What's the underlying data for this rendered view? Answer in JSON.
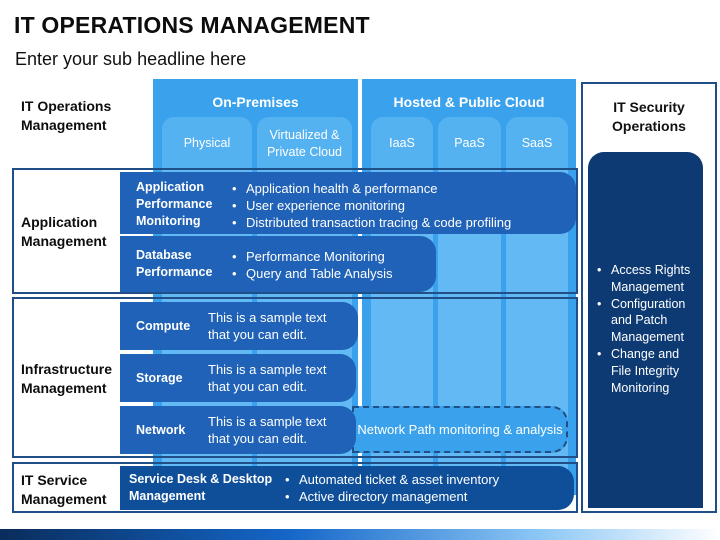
{
  "header": {
    "title": "IT OPERATIONS MANAGEMENT",
    "subtitle": "Enter your sub headline here"
  },
  "left_header": "IT Operations Management",
  "columns": {
    "on_premises": {
      "title": "On-Premises",
      "tabs": [
        "Physical",
        "Virtualized & Private Cloud"
      ]
    },
    "cloud": {
      "title": "Hosted & Public Cloud",
      "tabs": [
        "IaaS",
        "PaaS",
        "SaaS"
      ]
    }
  },
  "security": {
    "title": "IT Security Operations",
    "items": [
      "Access Rights Management",
      "Configuration and Patch Management",
      "Change and File Integrity Monitoring"
    ]
  },
  "rows": {
    "application": {
      "label": "Application Management",
      "apm": {
        "label": "Application Performance Monitoring",
        "items": [
          "Application health & performance",
          "User experience monitoring",
          "Distributed transaction tracing & code profiling"
        ]
      },
      "db": {
        "label": "Database Performance",
        "items": [
          "Performance Monitoring",
          "Query and Table Analysis"
        ]
      }
    },
    "infrastructure": {
      "label": "Infrastructure Management",
      "items": [
        {
          "label": "Compute",
          "text": "This is a sample text that you can edit."
        },
        {
          "label": "Storage",
          "text": "This is a sample text that you can edit."
        },
        {
          "label": "Network",
          "text": "This is a sample text that you can edit."
        }
      ],
      "network_path": "Network Path monitoring & analysis"
    },
    "service": {
      "label": "IT Service Management",
      "desk": {
        "label": "Service Desk & Desktop Management",
        "items": [
          "Automated ticket & asset inventory",
          "Active directory management"
        ]
      }
    }
  }
}
